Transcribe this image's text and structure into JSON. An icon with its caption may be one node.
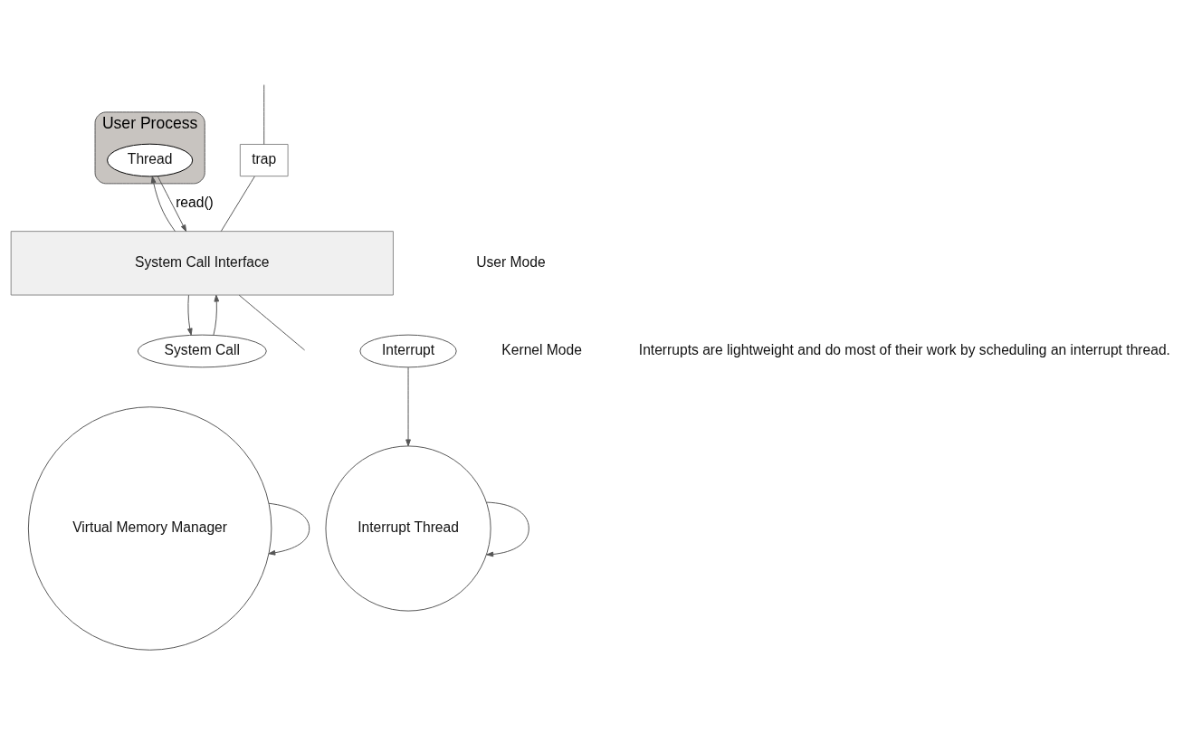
{
  "diagram": {
    "nodes": [
      {
        "text": [
          "User Process"
        ]
      },
      {
        "text": [
          "Thread"
        ],
        "in": 0
      },
      {
        "text": [
          "trap"
        ]
      },
      {
        "text": [
          "System Call Interface"
        ]
      },
      {
        "text": [
          "System Call"
        ]
      },
      {
        "text": [
          "Interrupt Thread"
        ]
      },
      {
        "text": [
          "Virtual Memory Manager"
        ]
      },
      {
        "text": [
          "Interrupt"
        ]
      }
    ],
    "edges": [
      {
        "from": 1,
        "to": 3,
        "arrow": "to",
        "label": "read()"
      },
      {
        "from": 3,
        "to": 1,
        "arrow": "to"
      },
      {
        "from": 3,
        "to": 4,
        "arrow": "to"
      },
      {
        "from": 4,
        "to": 3,
        "arrow": "to"
      },
      {
        "from": null,
        "to": 2,
        "arrow": "none"
      },
      {
        "from": 2,
        "to": 3,
        "arrow": "none"
      },
      {
        "from": 3,
        "to": null,
        "arrow": "none"
      },
      {
        "from": 7,
        "to": 5,
        "arrow": "to"
      },
      {
        "from": 5,
        "to": 5,
        "arrow": "to"
      },
      {
        "from": 6,
        "to": 6,
        "arrow": "to"
      }
    ],
    "labels": [
      "User Mode",
      "Kernel Mode",
      "Interrupts are lightweight and do most of their work by scheduling an interrupt thread."
    ]
  }
}
